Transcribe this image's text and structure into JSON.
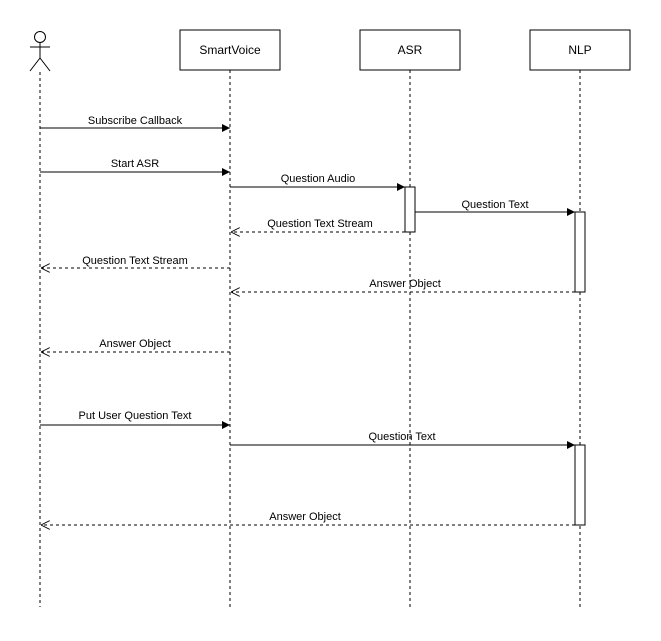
{
  "participants": {
    "actor": {
      "label": ""
    },
    "smartvoice": {
      "label": "SmartVoice"
    },
    "asr": {
      "label": "ASR"
    },
    "nlp": {
      "label": "NLP"
    }
  },
  "messages": [
    {
      "label": "Subscribe Callback",
      "from": "actor",
      "to": "smartvoice",
      "style": "sync"
    },
    {
      "label": "Start ASR",
      "from": "actor",
      "to": "smartvoice",
      "style": "sync"
    },
    {
      "label": "Question Audio",
      "from": "smartvoice",
      "to": "asr",
      "style": "sync"
    },
    {
      "label": "Question Text",
      "from": "asr",
      "to": "nlp",
      "style": "sync"
    },
    {
      "label": "Question Text Stream",
      "from": "asr",
      "to": "smartvoice",
      "style": "return"
    },
    {
      "label": "Question Text Stream",
      "from": "smartvoice",
      "to": "actor",
      "style": "return"
    },
    {
      "label": "Answer Object",
      "from": "nlp",
      "to": "smartvoice",
      "style": "return"
    },
    {
      "label": "Answer Object",
      "from": "smartvoice",
      "to": "actor",
      "style": "return"
    },
    {
      "label": "Put User Question Text",
      "from": "actor",
      "to": "smartvoice",
      "style": "sync"
    },
    {
      "label": "Question Text",
      "from": "smartvoice",
      "to": "nlp",
      "style": "sync"
    },
    {
      "label": "Answer Object",
      "from": "nlp",
      "to": "actor",
      "style": "return"
    }
  ]
}
